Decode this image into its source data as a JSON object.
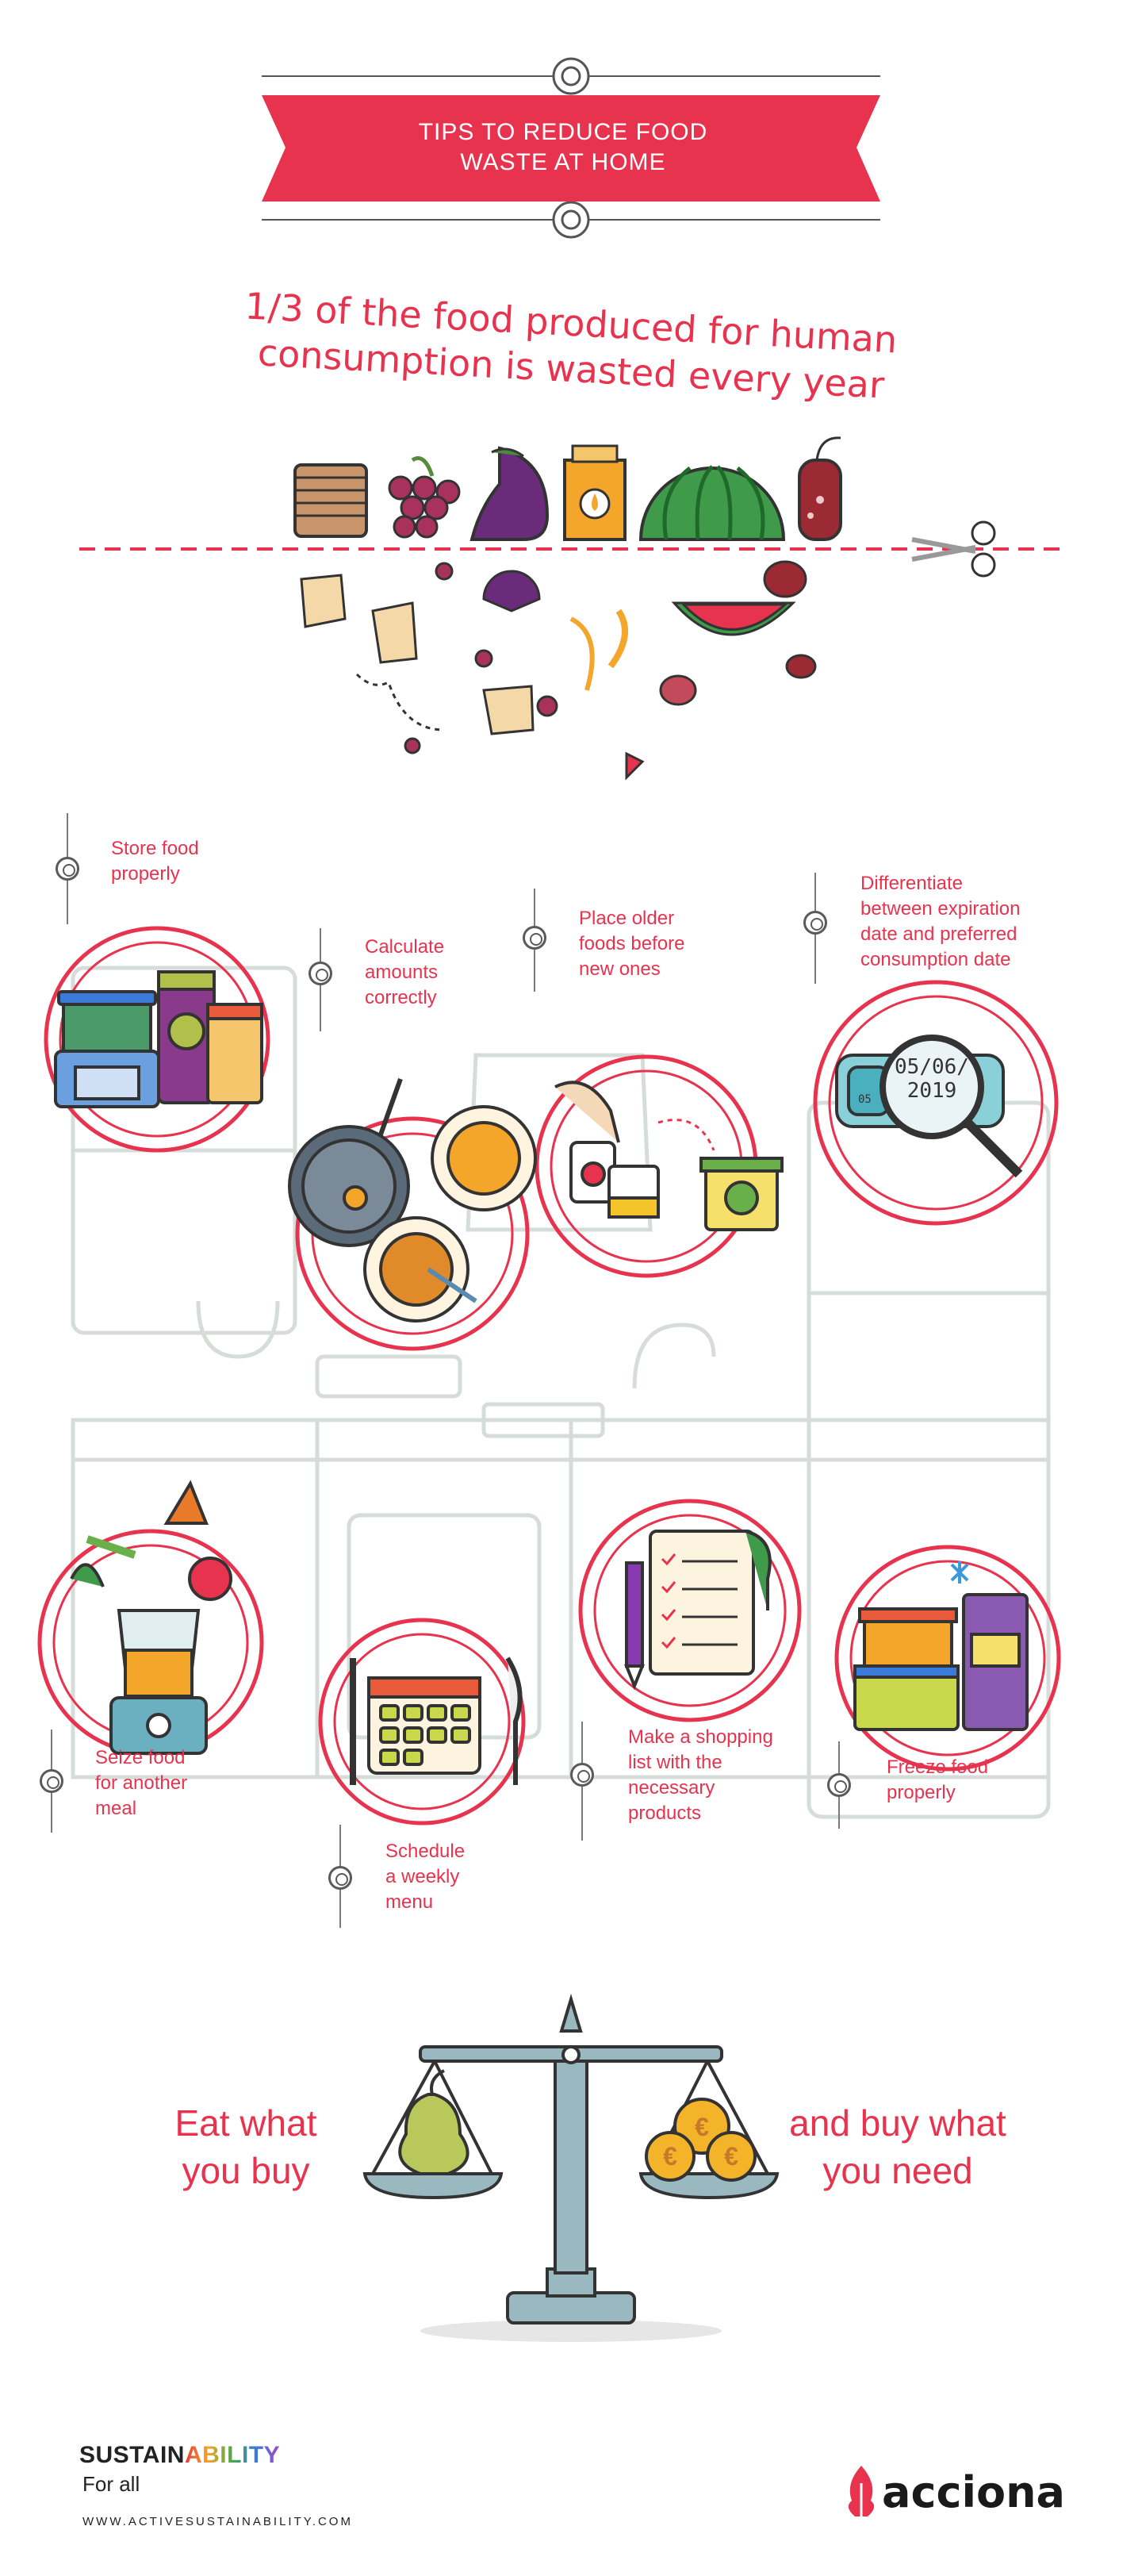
{
  "banner": {
    "title_line1": "TIPS TO REDUCE FOOD",
    "title_line2": "WASTE AT HOME"
  },
  "headline": {
    "line1": "1/3 of the food produced for human",
    "line2": "consumption is wasted every year"
  },
  "tips": [
    {
      "label": [
        "Store food",
        "properly"
      ]
    },
    {
      "label": [
        "Calculate",
        "amounts",
        "correctly"
      ]
    },
    {
      "label": [
        "Place older",
        "foods before",
        "new ones"
      ]
    },
    {
      "label": [
        "Differentiate",
        "between expiration",
        "date and preferred",
        "consumption date"
      ]
    },
    {
      "label": [
        "Seize food",
        "for another",
        "meal"
      ]
    },
    {
      "label": [
        "Schedule",
        "a weekly",
        "menu"
      ]
    },
    {
      "label": [
        "Make a shopping",
        "list with the",
        "necessary",
        "products"
      ]
    },
    {
      "label": [
        "Freeze food",
        "properly"
      ]
    }
  ],
  "date_label": {
    "line1": "05/06/",
    "line2": "2019",
    "prefix": "05"
  },
  "footer_slogan": {
    "left_line1": "Eat what",
    "left_line2": "you buy",
    "right_line1": "and buy what",
    "right_line2": "you need"
  },
  "brand": {
    "name_part1": "SUSTAIN",
    "name_part2": "ABILITY",
    "tagline": "For all",
    "url": "WWW.ACTIVESUSTAINABILITY.COM",
    "partner": "acciona"
  },
  "colors": {
    "accent": "#e8334f",
    "kitchen_line": "#d6ddd9",
    "outline": "#333333"
  },
  "icons": [
    "scissors-icon",
    "gear-icon",
    "calendar-icon",
    "magnifier-icon",
    "snowflake-icon",
    "euro-coin-icon",
    "fork-icon",
    "knife-icon",
    "pencil-icon"
  ]
}
